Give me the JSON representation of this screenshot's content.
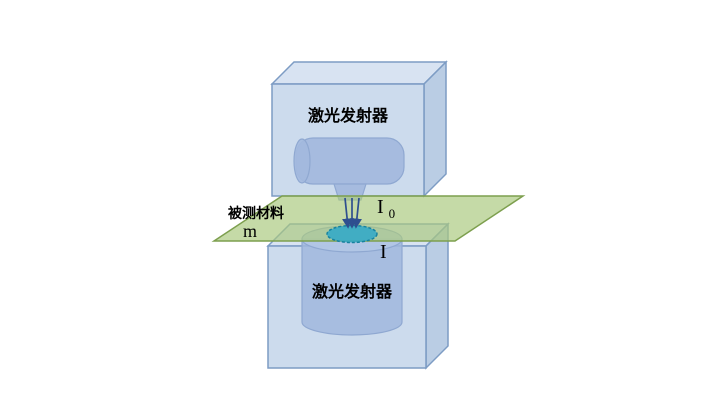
{
  "diagram": {
    "top_box": {
      "label": "激光发射器"
    },
    "bottom_box": {
      "label": "激光发射器"
    },
    "plane": {
      "label": "被测材料",
      "mass": "m"
    },
    "beam": {
      "incident": "I",
      "incident_sub": "0",
      "transmitted": "I"
    }
  },
  "colors": {
    "background": "#ffffff",
    "box_front": "#c8d8eb",
    "box_top": "#d6e2f1",
    "box_side": "#b6cae3",
    "box_stroke": "#7d9cc4",
    "emitter_fill": "#a3b9de",
    "cylinder_fill": "#a0b7dd",
    "cylinder_top": "#b3c6e5",
    "plane_fill": "#a9c87e",
    "plane_stroke": "#7d9f4e",
    "spot_fill": "#35aac6",
    "spot_stroke": "#17829f",
    "beam": "#2e4f8f",
    "text": "#000000"
  }
}
